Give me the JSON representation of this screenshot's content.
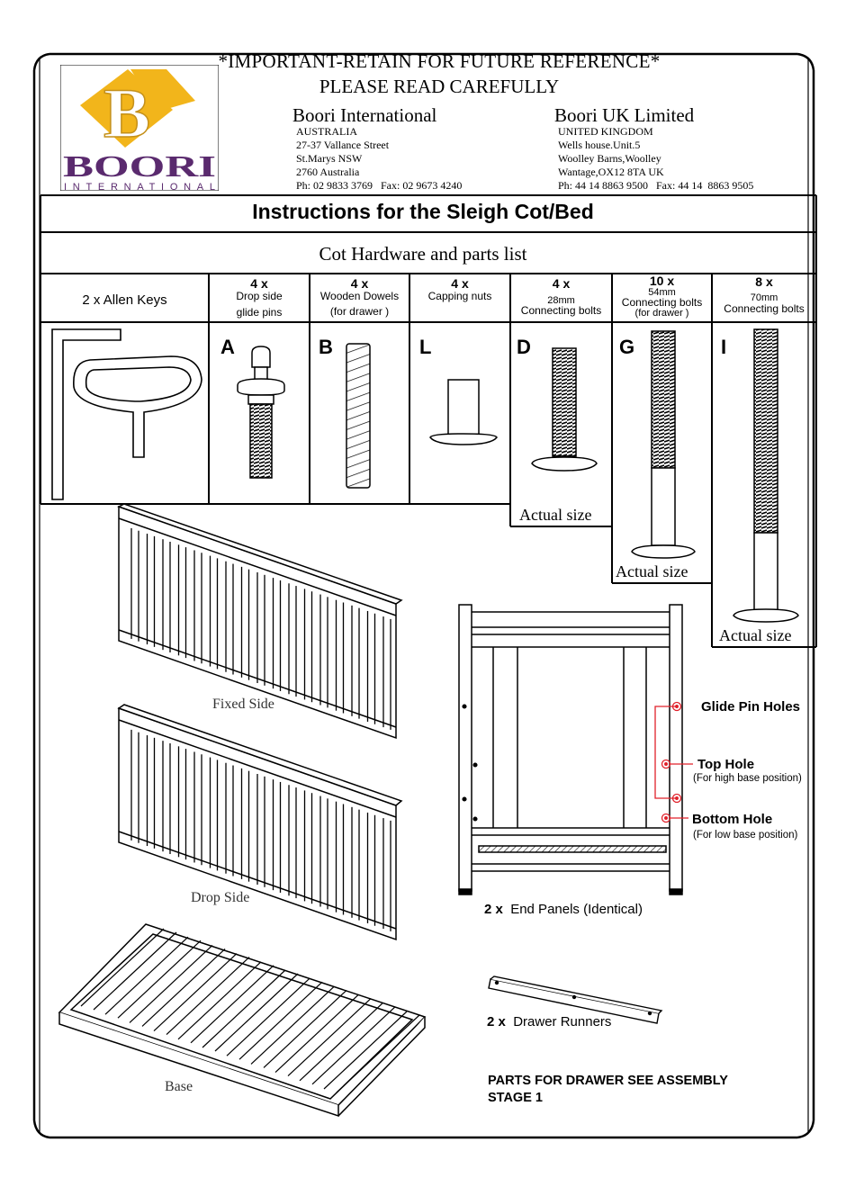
{
  "header": {
    "important": "*IMPORTANT-RETAIN FOR FUTURE REFERENCE*",
    "read": "PLEASE READ CAREFULLY"
  },
  "logo": {
    "letter": "B",
    "wordmark": "BOORI",
    "sub": "INTERNATIONAL",
    "colors": {
      "gold": "#F2B51B",
      "purple": "#5A2A6E"
    }
  },
  "companies": [
    {
      "name": "Boori International",
      "lines": [
        "AUSTRALIA",
        "27-37 Vallance Street",
        "St.Marys NSW",
        "2760 Australia",
        "Ph: 02 9833 3769   Fax: 02 9673 4240"
      ]
    },
    {
      "name": "Boori UK Limited",
      "lines": [
        "UNITED KINGDOM",
        "Wells house.Unit.5",
        "Woolley Barns,Woolley",
        "Wantage,OX12 8TA UK",
        "Ph: 44 14 8863 9500   Fax: 44 14  8863 9505"
      ]
    }
  ],
  "title": "Instructions for the Sleigh Cot/Bed",
  "subtitle": "Cot Hardware and parts list",
  "hardware": [
    {
      "qty": "2 x",
      "name": "Allen Keys",
      "letter": ""
    },
    {
      "qty": "4 x",
      "name": "Drop side",
      "name2": "glide pins",
      "letter": "A"
    },
    {
      "qty": "4 x",
      "name": "Wooden Dowels",
      "name2": "(for drawer )",
      "letter": "B"
    },
    {
      "qty": "4 x",
      "name": "Capping nuts",
      "name2": "",
      "letter": "L"
    },
    {
      "qty": "4 x",
      "name": "28mm",
      "name2": "Connecting bolts",
      "letter": "D",
      "actual": "Actual  size"
    },
    {
      "qty": "10 x",
      "name": "54mm",
      "name2": "Connecting bolts",
      "name3": "(for drawer )",
      "letter": "G",
      "actual": "Actual  size"
    },
    {
      "qty": "8 x",
      "name": "70mm",
      "name2": "Connecting bolts",
      "letter": "I",
      "actual": "Actual  size"
    }
  ],
  "parts": {
    "fixed_side": "Fixed Side",
    "drop_side": "Drop Side",
    "base": "Base",
    "end_panels_qty": "2 x",
    "end_panels": "End Panels (Identical)",
    "runners_qty": "2 x",
    "runners": "Drawer Runners",
    "drawer_note1": "PARTS FOR DRAWER SEE ASSEMBLY",
    "drawer_note2": "STAGE 1"
  },
  "holes": {
    "glide": "Glide Pin Holes",
    "top": "Top Hole",
    "top_sub": "(For high base position)",
    "bottom": "Bottom Hole",
    "bottom_sub": "(For low base position)",
    "accent": "#E0202A"
  }
}
